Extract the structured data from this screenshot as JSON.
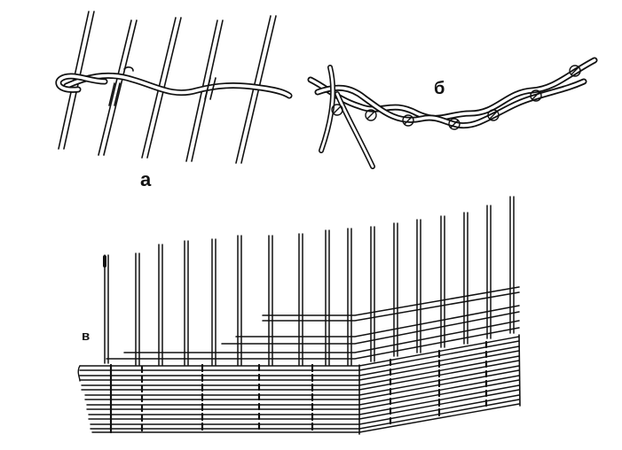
{
  "figure": {
    "labels": {
      "a": "а",
      "b": "б",
      "v": "в"
    },
    "colors": {
      "ink": "#111111",
      "paper": "#ffffff"
    }
  }
}
